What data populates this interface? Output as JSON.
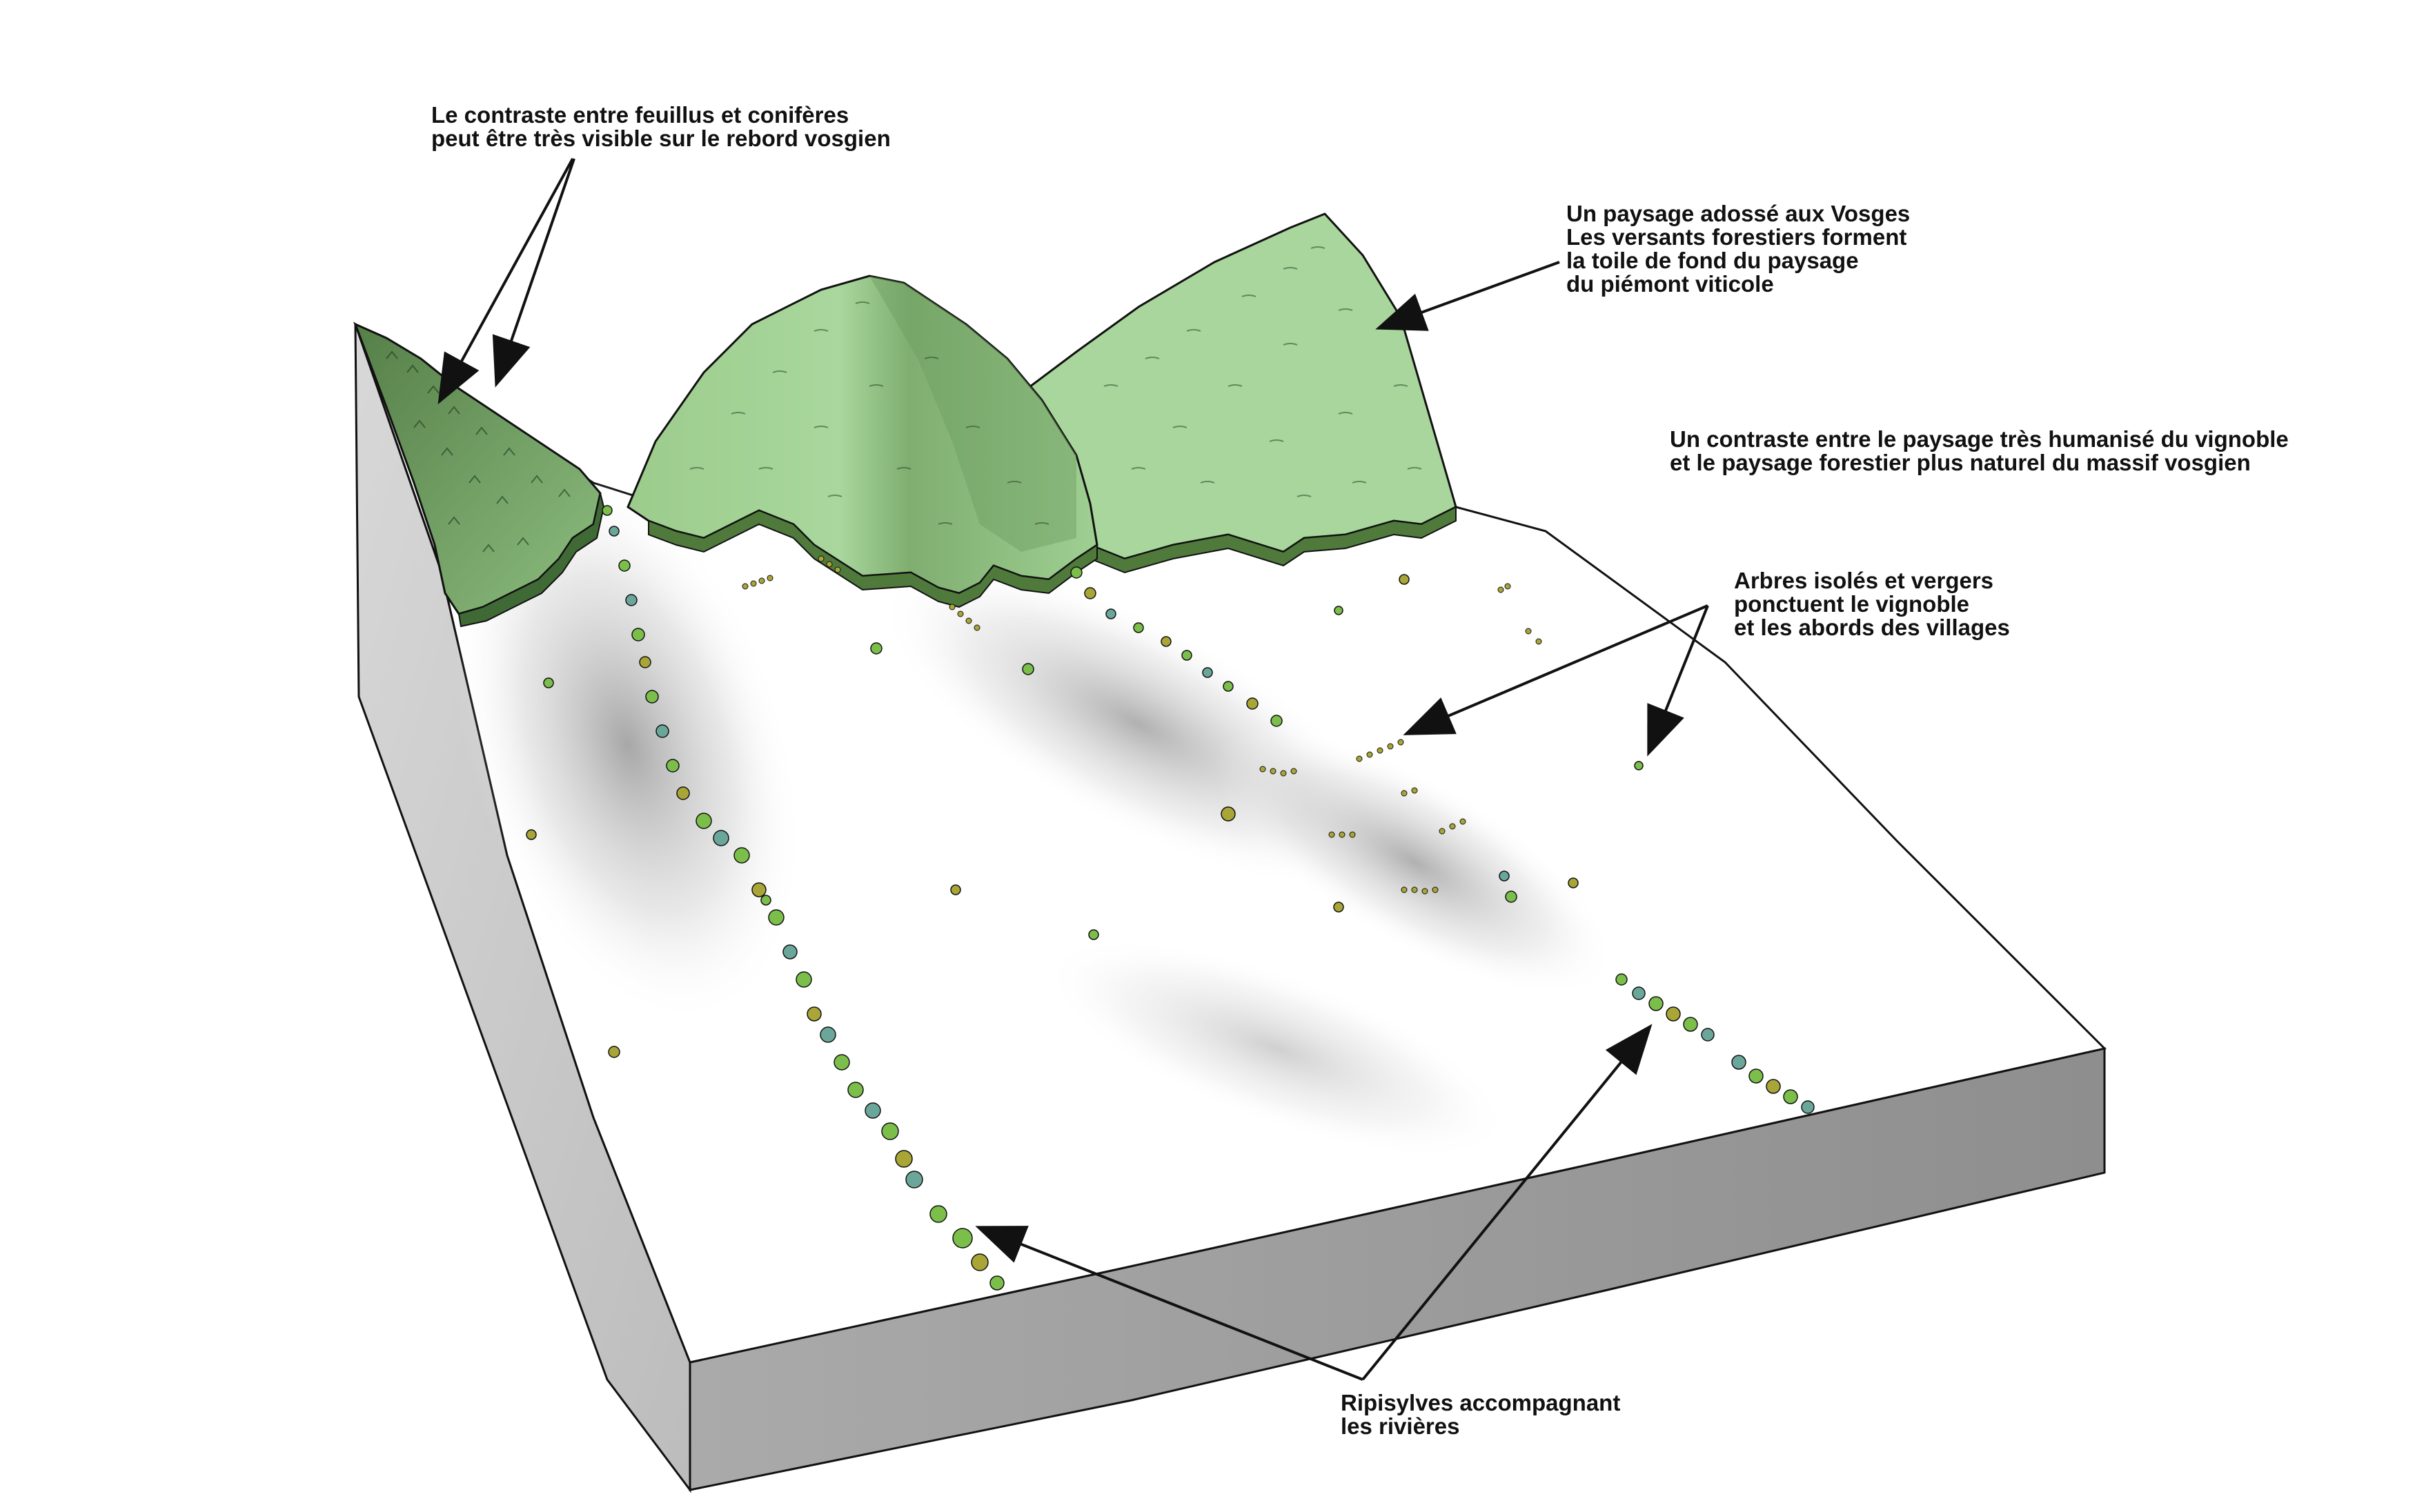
{
  "annotations": {
    "conifers": {
      "line1": "Le contraste entre feuillus et conifères",
      "line2": "peut être très visible sur le rebord vosgien"
    },
    "vosges": {
      "line1": "Un paysage adossé aux Vosges",
      "line2": "Les versants forestiers forment",
      "line3": "la toile de fond du paysage",
      "line4": "du piémont viticole"
    },
    "contrast": {
      "line1": "Un contraste entre le paysage très humanisé du vignoble",
      "line2": "et le paysage forestier plus naturel du massif vosgien"
    },
    "orchards": {
      "line1": "Arbres isolés et vergers",
      "line2": "ponctuent le vignoble",
      "line3": "et les abords des villages"
    },
    "riparian": {
      "line1": "Ripisylves accompagnant",
      "line2": "les rivières"
    }
  },
  "colors": {
    "forest_light": "#a6d49a",
    "forest_mid": "#7fb36f",
    "forest_dark": "#4f7a3c",
    "conifer_dark": "#3f6a35",
    "ground": "#ffffff",
    "block_side_left": "#c9c9c9",
    "block_side_front": "#9a9a9a",
    "shadow": "#8c8c8c",
    "tree_green": "#7bbf4a",
    "tree_teal": "#6aa79a",
    "tree_olive": "#a9a637",
    "ink": "#111111"
  }
}
